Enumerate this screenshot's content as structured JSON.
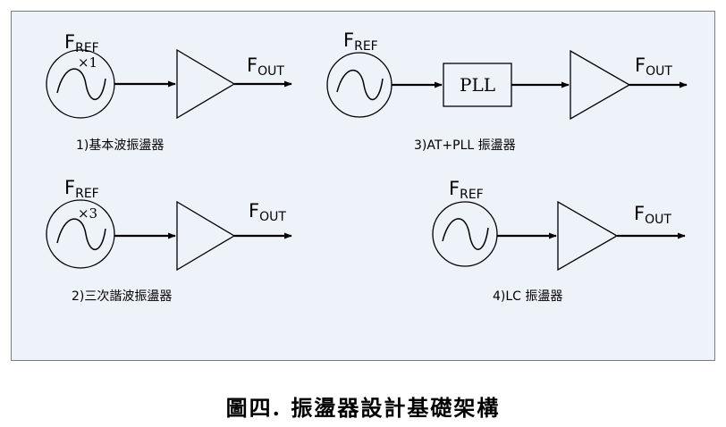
{
  "diagrams": [
    {
      "caption": "1)基本波振盪器",
      "ref_main": "F",
      "ref_sub": "REF",
      "out_main": "F",
      "out_sub": "OUT",
      "multiplier": "×1"
    },
    {
      "caption": "3)AT+PLL 振盪器",
      "ref_main": "F",
      "ref_sub": "REF",
      "out_main": "F",
      "out_sub": "OUT",
      "block_label": "PLL"
    },
    {
      "caption": "2)三次諧波振盪器",
      "ref_main": "F",
      "ref_sub": "REF",
      "out_main": "F",
      "out_sub": "OUT",
      "multiplier": "×3"
    },
    {
      "caption": "4)LC 振盪器",
      "ref_main": "F",
      "ref_sub": "REF",
      "out_main": "F",
      "out_sub": "OUT"
    }
  ],
  "figure_caption": "圖四. 振盪器設計基礎架構",
  "colors": {
    "panel_bg": "#eef2f9",
    "panel_border": "#7d7d7d",
    "line": "#000000"
  }
}
